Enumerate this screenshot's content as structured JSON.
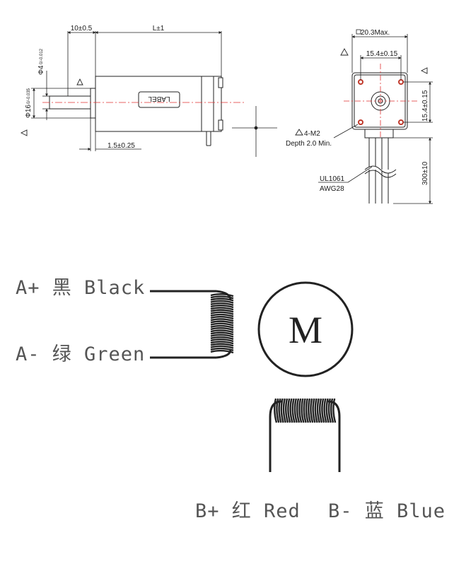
{
  "drawing": {
    "dimensions": {
      "shaft_len": "10±0.5",
      "body_len": "L±1",
      "shaft_dia": "Φ4",
      "shaft_dia_tol": "0/-0.012",
      "boss_dia": "Φ16",
      "boss_dia_tol": "0/-0.035",
      "boss_height": "1.5±0.25",
      "flange_max": "20.3Max.",
      "hole_spacing_h": "15.4±0.15",
      "hole_spacing_v": "15.4±0.15",
      "lead_len": "300±10"
    },
    "label_text": "LABEL",
    "mount_holes": "4-M2",
    "mount_depth": "Depth 2.0 Min.",
    "wire_spec_1": "UL1061",
    "wire_spec_2": "AWG28"
  },
  "wiring": {
    "motor_letter": "M",
    "a_plus": "A+ 黑 Black",
    "a_minus": "A- 绿 Green",
    "b_plus": "B+ 红 Red",
    "b_minus": "B- 蓝 Blue"
  },
  "colors": {
    "centerline": "#e03030",
    "hole": "#c0392b",
    "ink": "#222222",
    "label_gray": "#555555"
  }
}
